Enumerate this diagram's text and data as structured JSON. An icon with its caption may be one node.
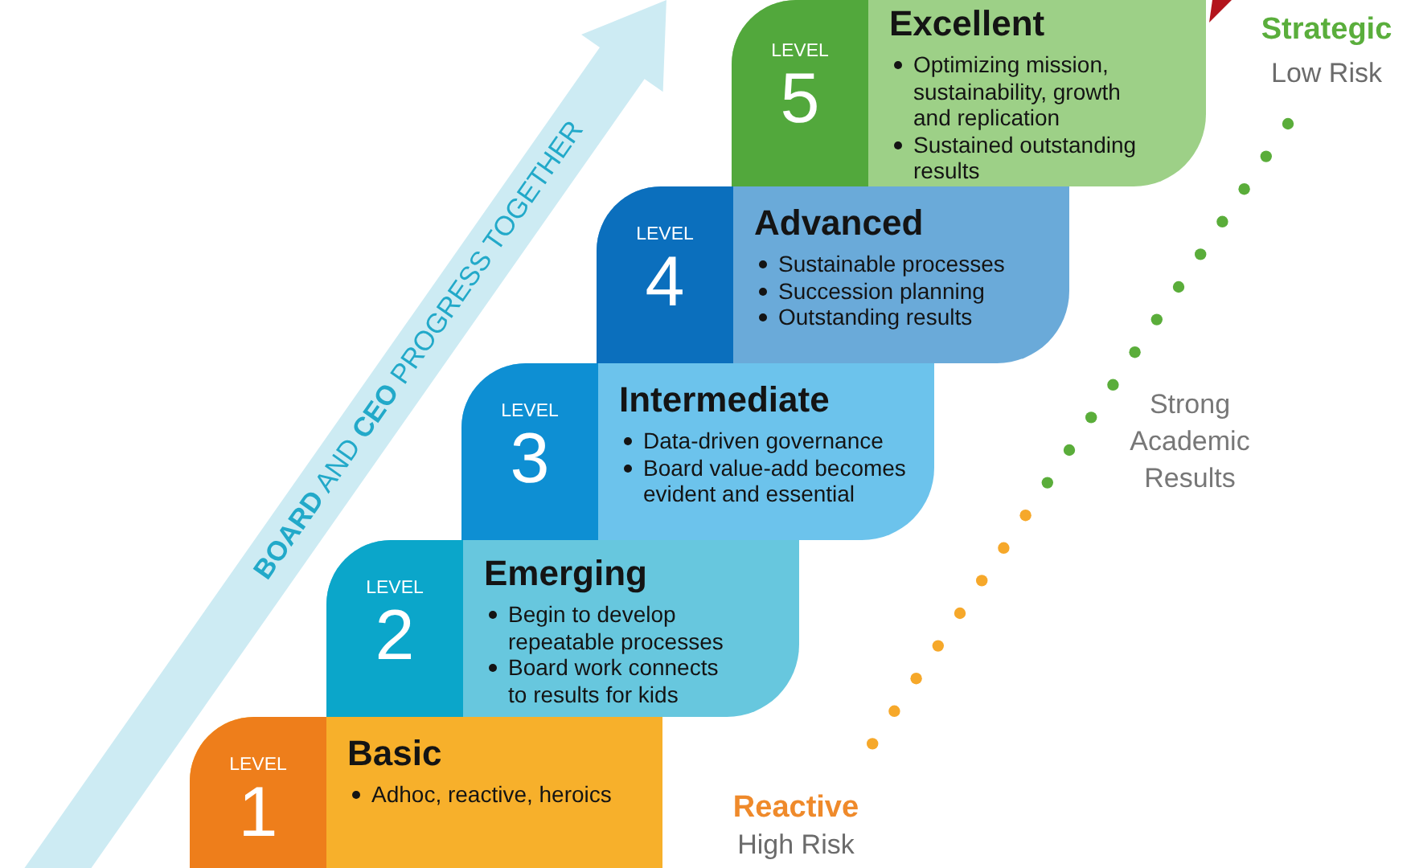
{
  "diagram": {
    "nodes": [
      {
        "text": [
          "LEVEL",
          "5",
          "Excellent",
          "Optimizing mission, sustainability, growth and replication",
          "Sustained outstanding results"
        ]
      },
      {
        "text": [
          "LEVEL",
          "4",
          "Advanced",
          "Sustainable processes",
          "Succession planning",
          "Outstanding results"
        ]
      },
      {
        "text": [
          "LEVEL",
          "3",
          "Intermediate",
          "Data-driven governance",
          "Board value-add becomes evident and essential"
        ]
      },
      {
        "text": [
          "LEVEL",
          "2",
          "Emerging",
          "Begin to develop repeatable processes",
          "Board work connects to results for kids"
        ]
      },
      {
        "text": [
          "LEVEL",
          "1",
          "Basic",
          "Adhoc, reactive, heroics"
        ]
      }
    ],
    "labels": [
      "**BOARD** AND **CEO** PROGRESS TOGETHER",
      "Strategic",
      "Low Risk",
      "Strong Academic Results",
      "Reactive",
      "High Risk"
    ]
  }
}
